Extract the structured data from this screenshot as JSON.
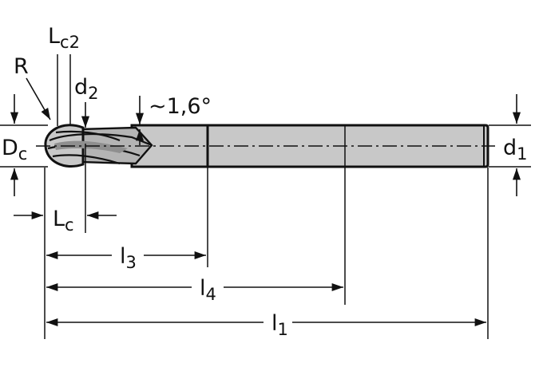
{
  "labels": {
    "R": "R",
    "Lc2_main": "L",
    "Lc2_sub": "c2",
    "d2_main": "d",
    "d2_sub": "2",
    "angle": "~1,6°",
    "Dc_main": "D",
    "Dc_sub": "c",
    "d1_main": "d",
    "d1_sub": "1",
    "Lc_main": "L",
    "Lc_sub": "c",
    "l3_main": "l",
    "l3_sub": "3",
    "l4_main": "l",
    "l4_sub": "4",
    "l1_main": "l",
    "l1_sub": "1"
  },
  "colors": {
    "tool_fill": "#c8c8c8",
    "tool_shade": "#9a9a9a",
    "line": "#111111"
  }
}
